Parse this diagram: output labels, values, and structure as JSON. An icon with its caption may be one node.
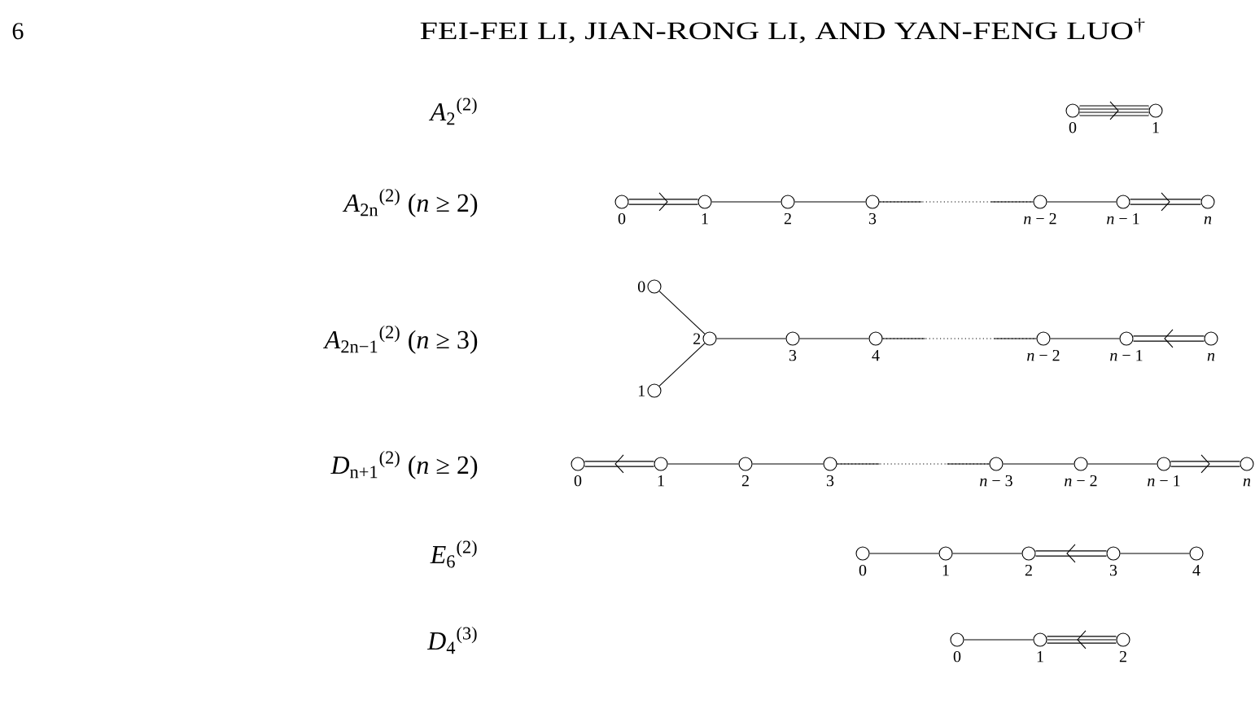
{
  "diagram": {
    "nodes": [
      {
        "text": [],
        "shape": "circle",
        "beside": [
          "0"
        ]
      },
      {
        "text": [],
        "shape": "circle",
        "beside": [
          "1"
        ]
      },
      {
        "text": [],
        "shape": "circle",
        "beside": [
          "0"
        ]
      },
      {
        "text": [],
        "shape": "circle",
        "beside": [
          "1"
        ]
      },
      {
        "text": [],
        "shape": "circle",
        "beside": [
          "2"
        ]
      },
      {
        "text": [],
        "shape": "circle",
        "beside": [
          "3"
        ]
      },
      {
        "text": [],
        "shape": "circle",
        "beside": [
          "*n* − 2"
        ]
      },
      {
        "text": [],
        "shape": "circle",
        "beside": [
          "*n* − 1"
        ]
      },
      {
        "text": [],
        "shape": "circle",
        "beside": [
          "*n*"
        ]
      },
      {
        "text": [],
        "shape": "circle",
        "beside": [
          "0"
        ]
      },
      {
        "text": [],
        "shape": "circle",
        "beside": [
          "1"
        ]
      },
      {
        "text": [],
        "shape": "circle",
        "beside": [
          "2"
        ]
      },
      {
        "text": [],
        "shape": "circle",
        "beside": [
          "3"
        ]
      },
      {
        "text": [],
        "shape": "circle",
        "beside": [
          "4"
        ]
      },
      {
        "text": [],
        "shape": "circle",
        "beside": [
          "*n* − 2"
        ]
      },
      {
        "text": [],
        "shape": "circle",
        "beside": [
          "*n* − 1"
        ]
      },
      {
        "text": [],
        "shape": "circle",
        "beside": [
          "*n*"
        ]
      },
      {
        "text": [],
        "shape": "circle",
        "beside": [
          "0"
        ]
      },
      {
        "text": [],
        "shape": "circle",
        "beside": [
          "1"
        ]
      },
      {
        "text": [],
        "shape": "circle",
        "beside": [
          "2"
        ]
      },
      {
        "text": [],
        "shape": "circle",
        "beside": [
          "3"
        ]
      },
      {
        "text": [],
        "shape": "circle",
        "beside": [
          "*n* − 3"
        ]
      },
      {
        "text": [],
        "shape": "circle",
        "beside": [
          "*n* − 2"
        ]
      },
      {
        "text": [],
        "shape": "circle",
        "beside": [
          "*n* − 1"
        ]
      },
      {
        "text": [],
        "shape": "circle",
        "beside": [
          "*n*"
        ]
      },
      {
        "text": [],
        "shape": "circle",
        "beside": [
          "0"
        ]
      },
      {
        "text": [],
        "shape": "circle",
        "beside": [
          "1"
        ]
      },
      {
        "text": [],
        "shape": "circle",
        "beside": [
          "2"
        ]
      },
      {
        "text": [],
        "shape": "circle",
        "beside": [
          "3"
        ]
      },
      {
        "text": [],
        "shape": "circle",
        "beside": [
          "4"
        ]
      },
      {
        "text": [],
        "shape": "circle",
        "beside": [
          "0"
        ]
      },
      {
        "text": [],
        "shape": "circle",
        "beside": [
          "1"
        ]
      },
      {
        "text": [],
        "shape": "circle",
        "beside": [
          "2"
        ]
      }
    ],
    "edges": [
      {
        "from": 0,
        "to": 1,
        "arrow": "to",
        "style": "thick"
      },
      {
        "from": 2,
        "to": 3,
        "arrow": "to",
        "style": "thick"
      },
      {
        "from": 3,
        "to": 4,
        "arrow": "none"
      },
      {
        "from": 4,
        "to": 5,
        "arrow": "none"
      },
      {
        "from": 5,
        "to": 6,
        "arrow": "none",
        "style": "dashed"
      },
      {
        "from": 6,
        "to": 7,
        "arrow": "none"
      },
      {
        "from": 7,
        "to": 8,
        "arrow": "to",
        "style": "thick"
      },
      {
        "from": 9,
        "to": 11,
        "arrow": "none"
      },
      {
        "from": 10,
        "to": 11,
        "arrow": "none"
      },
      {
        "from": 11,
        "to": 12,
        "arrow": "none"
      },
      {
        "from": 12,
        "to": 13,
        "arrow": "none"
      },
      {
        "from": 13,
        "to": 14,
        "arrow": "none",
        "style": "dashed"
      },
      {
        "from": 14,
        "to": 15,
        "arrow": "none"
      },
      {
        "from": 16,
        "to": 15,
        "arrow": "to",
        "style": "thick"
      },
      {
        "from": 18,
        "to": 17,
        "arrow": "to",
        "style": "thick"
      },
      {
        "from": 18,
        "to": 19,
        "arrow": "none"
      },
      {
        "from": 19,
        "to": 20,
        "arrow": "none"
      },
      {
        "from": 20,
        "to": 21,
        "arrow": "none",
        "style": "dashed"
      },
      {
        "from": 21,
        "to": 22,
        "arrow": "none"
      },
      {
        "from": 22,
        "to": 23,
        "arrow": "none"
      },
      {
        "from": 23,
        "to": 24,
        "arrow": "to",
        "style": "thick"
      },
      {
        "from": 25,
        "to": 26,
        "arrow": "none"
      },
      {
        "from": 26,
        "to": 27,
        "arrow": "none"
      },
      {
        "from": 28,
        "to": 27,
        "arrow": "to",
        "style": "thick"
      },
      {
        "from": 28,
        "to": 29,
        "arrow": "none"
      },
      {
        "from": 30,
        "to": 31,
        "arrow": "none"
      },
      {
        "from": 32,
        "to": 31,
        "arrow": "to",
        "style": "thick"
      }
    ],
    "labels": [
      "6",
      "FEI-FEI LI, JIAN-RONG LI, AND YAN-FENG LUO$^{†}$",
      "*A*$_{2}$$^{(2)}$",
      "*A*$_{2n}$$^{(2)}$ (*n* ≥ 2)",
      "*A*$_{2n−1}$$^{(2)}$ (*n* ≥ 3)",
      "*D*$_{n+1}$$^{(2)}$ (*n* ≥ 2)",
      "*E*$_{6}$$^{(2)}$",
      "*D*$_{4}$$^{(3)}$"
    ]
  }
}
